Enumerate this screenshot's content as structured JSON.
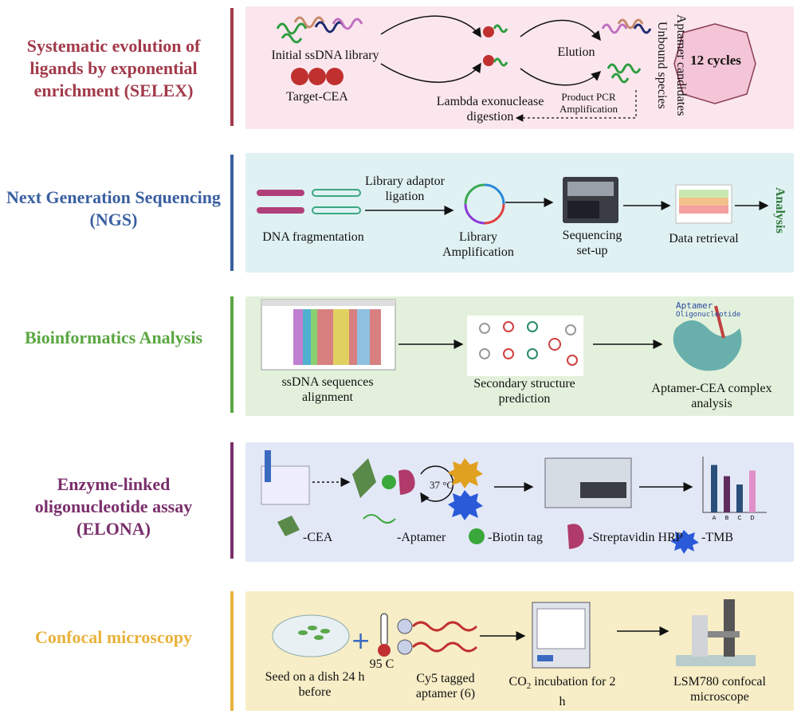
{
  "stages": [
    {
      "id": "selex",
      "title": "Systematic evolution of ligands by exponential enrichment  (SELEX)",
      "color": "#a23a4a",
      "panel": "#fbe6ee"
    },
    {
      "id": "ngs",
      "title": "Next Generation Sequencing (NGS)",
      "color": "#3a5fa0",
      "panel": "#e0f1f3"
    },
    {
      "id": "bio",
      "title": "Bioinformatics Analysis",
      "color": "#5aa642",
      "panel": "#e3f1dc"
    },
    {
      "id": "elona",
      "title": "Enzyme-linked oligonucleotide assay (ELONA)",
      "color": "#7a2f6c",
      "panel": "#e3e8f7"
    },
    {
      "id": "confocal",
      "title": "Confocal microscopy",
      "color": "#e8b23c",
      "panel": "#f7edc6"
    }
  ],
  "selex": {
    "library": "Initial ssDNA library",
    "target": "Target-CEA",
    "elution": "Elution",
    "digestion": "Lambda exonuclease digestion",
    "pcr": "Product PCR Amplification",
    "unbound": "Unbound species",
    "candidates": "Aptamer candidates",
    "cycles": "12 cycles"
  },
  "ngs": {
    "fragmentation": "DNA fragmentation",
    "ligation": "Library adaptor ligation",
    "amplification": "Library Amplification",
    "setup": "Sequencing set-up",
    "retrieval": "Data retrieval",
    "analysis": "Analysis"
  },
  "bio": {
    "alignment": "ssDNA sequences alignment",
    "secondary": "Secondary structure prediction",
    "complex": "Aptamer-CEA complex analysis",
    "inset_aptamer": "Aptamer",
    "inset_oligo": "Oligonucleotide"
  },
  "elona": {
    "temp": "37 °C",
    "legend": [
      "-CEA",
      "-Aptamer",
      "-Biotin tag",
      "-Streptavidin HRP",
      "-TMB"
    ],
    "bar_categories": [
      "A",
      "B",
      "C",
      "D"
    ],
    "bar_values": [
      17,
      13,
      10,
      15
    ],
    "bar_colors": [
      "#2a4f7a",
      "#5e2d5e",
      "#2a4f7a",
      "#e090c8"
    ]
  },
  "confocal": {
    "seed": "Seed on a dish 24 h before",
    "temp": "95 C",
    "cy5": "Cy5 tagged aptamer (6)",
    "co2": "CO",
    "co2_sub": "2",
    "co2_rest": " incubation for 2 h",
    "lsm": "LSM780 confocal microscope"
  }
}
